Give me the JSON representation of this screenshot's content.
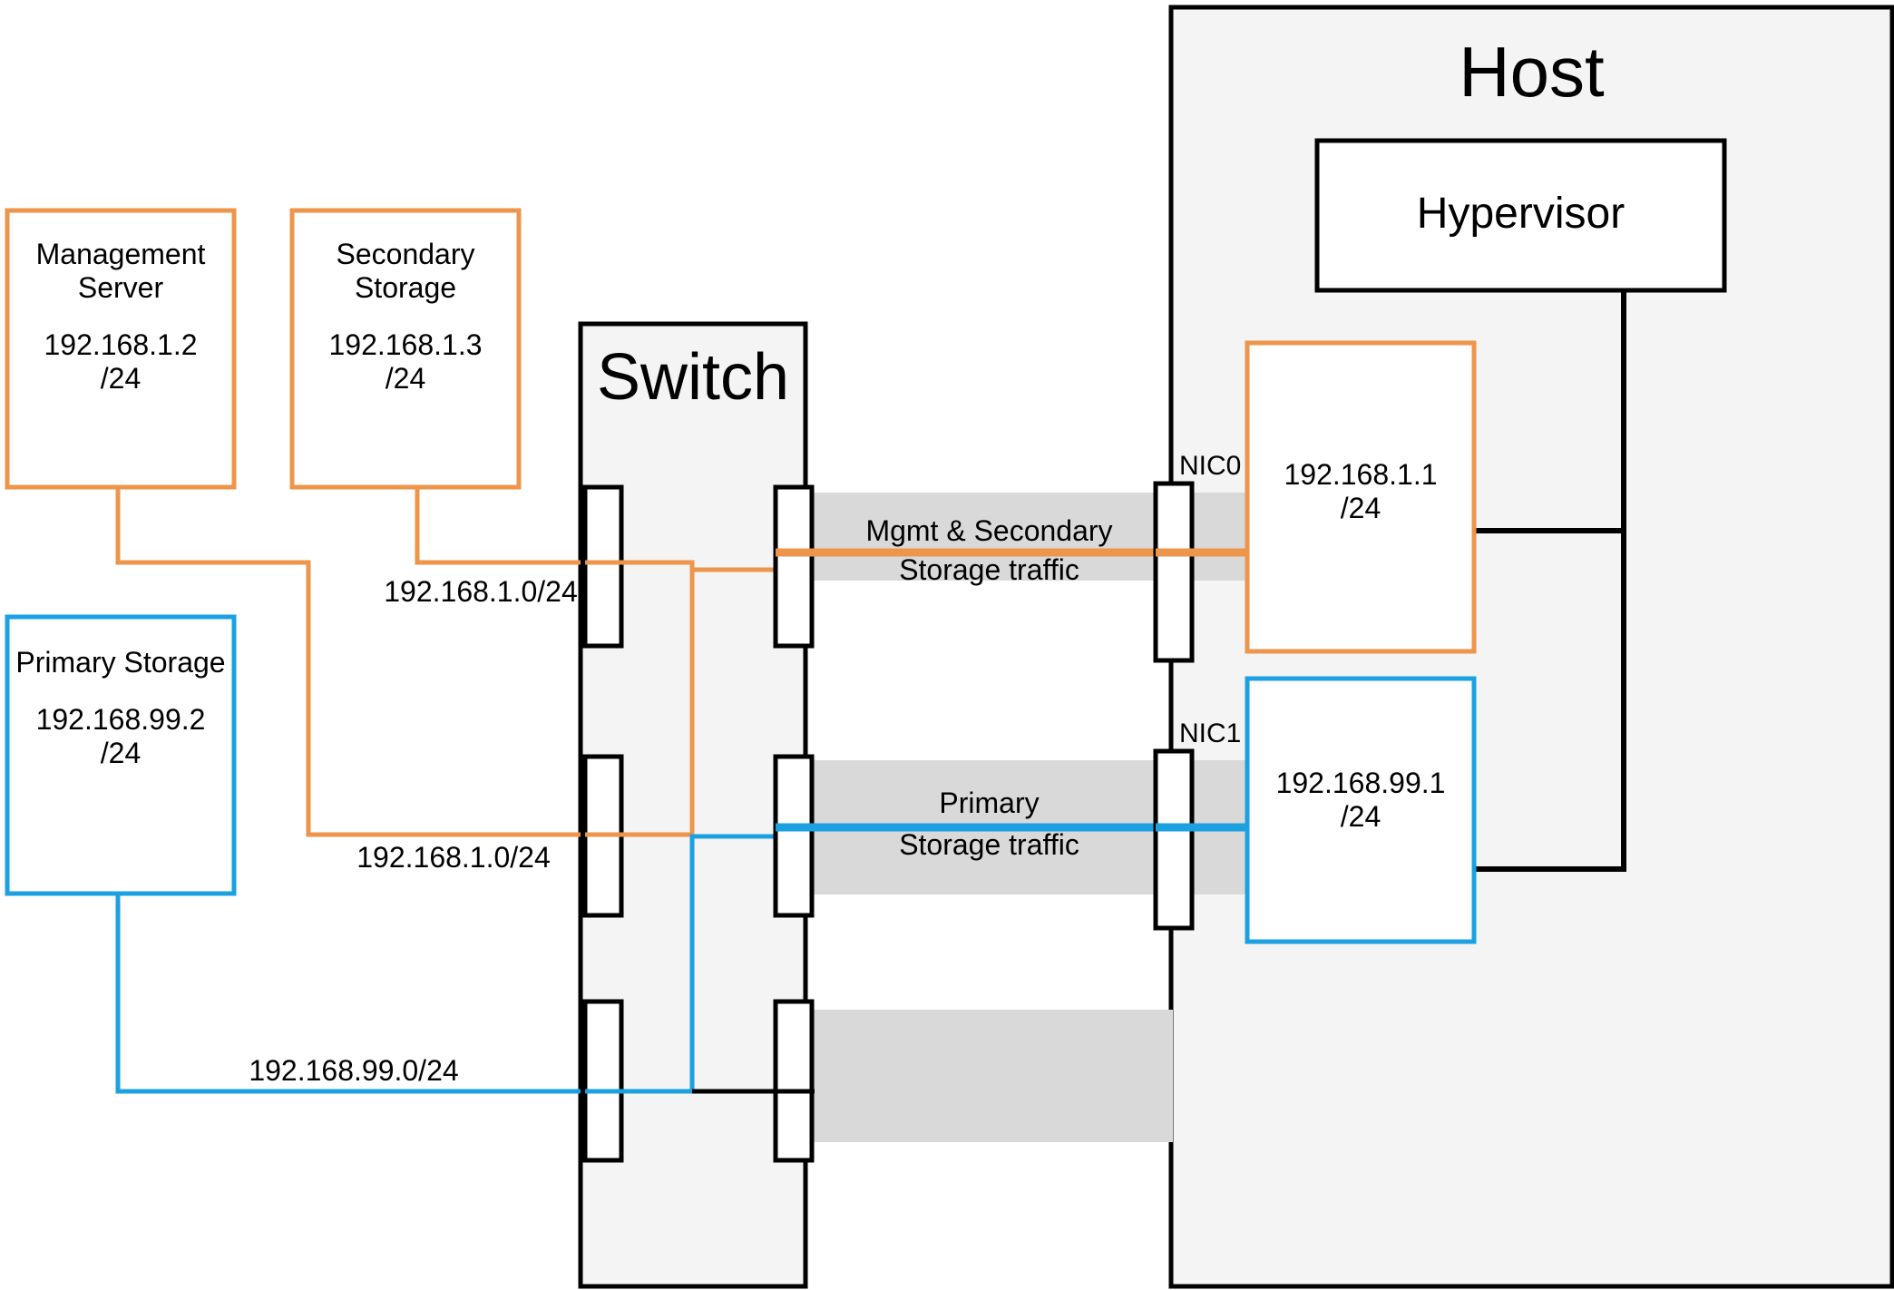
{
  "diagram": {
    "title": "CloudStack basic network topology with switch and host NICs",
    "colors": {
      "orange": "#ED954B",
      "blue": "#1BA1E2",
      "black": "#000000",
      "band_gray": "#D9D9D9",
      "container_fill": "#F4F4F4"
    },
    "nodes": {
      "management_server": {
        "name": "Management\nServer",
        "ip": "192.168.1.2",
        "mask": "/24",
        "border_color": "#ED954B"
      },
      "secondary_storage": {
        "name": "Secondary\nStorage",
        "ip": "192.168.1.3",
        "mask": "/24",
        "border_color": "#ED954B"
      },
      "primary_storage": {
        "name": "Primary\nStorage",
        "ip": "192.168.99.2",
        "mask": "/24",
        "border_color": "#1BA1E2"
      },
      "switch": {
        "label": "Switch"
      },
      "host": {
        "label": "Host",
        "hypervisor": "Hypervisor"
      },
      "nic0": {
        "label": "NIC0",
        "ip": "192.168.1.1",
        "mask": "/24",
        "border_color": "#ED954B"
      },
      "nic1": {
        "label": "NIC1",
        "ip": "192.168.99.1",
        "mask": "/24",
        "border_color": "#1BA1E2"
      }
    },
    "link_labels": {
      "mgmt_subnet_upper": "192.168.1.0/24",
      "mgmt_subnet_lower": "192.168.1.0/24",
      "storage_subnet": "192.168.99.0/24"
    },
    "traffic_bands": [
      {
        "line1": "Mgmt & Secondary",
        "line2": "Storage traffic",
        "accent": "#ED954B"
      },
      {
        "line1": "Primary",
        "line2": "Storage traffic",
        "accent": "#1BA1E2"
      }
    ]
  }
}
